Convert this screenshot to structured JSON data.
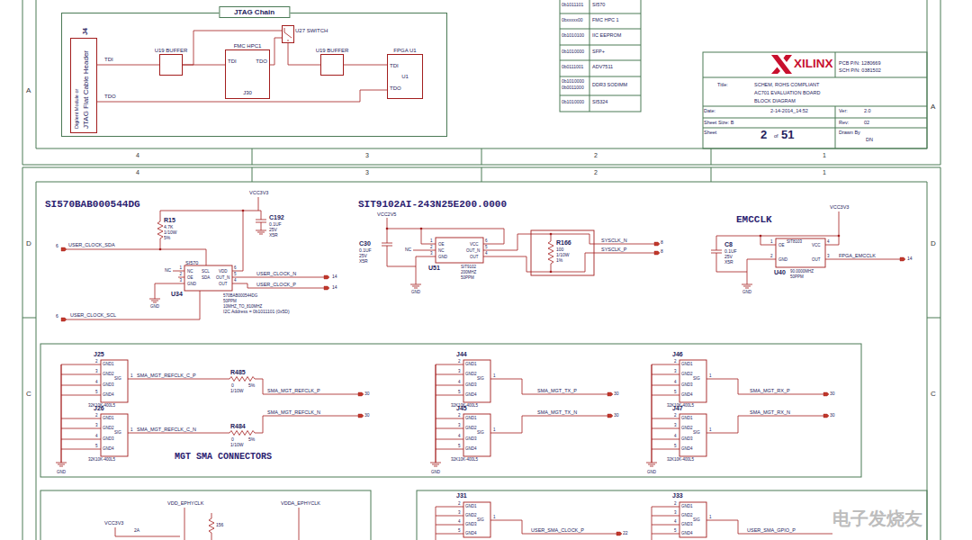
{
  "diagram": {
    "nodes": [
      {
        "text": [
          "JTAG Chain"
        ]
      },
      {
        "text": [
          "Digilent Module or",
          "JTAG Flat Cable Header",
          "J4"
        ],
        "in": 0
      },
      {
        "text": [
          "U19 BUFFER"
        ],
        "in": 0
      },
      {
        "text": [
          "FMC HPC1",
          "TDI",
          "TDO",
          "J30"
        ],
        "in": 0
      },
      {
        "text": [
          "U27 SWITCH"
        ],
        "in": 0
      },
      {
        "text": [
          "U19 BUFFER"
        ],
        "in": 0
      },
      {
        "text": [
          "FPGA U1",
          "TDI",
          "TDO",
          "U1"
        ],
        "in": 0
      }
    ],
    "edges": [
      {
        "from": 1,
        "to": 2,
        "arrow": "none",
        "label": "TDI"
      },
      {
        "from": 2,
        "to": 3,
        "arrow": "none"
      },
      {
        "from": 2,
        "to": 4,
        "arrow": "none"
      },
      {
        "from": 3,
        "to": 4,
        "arrow": "none"
      },
      {
        "from": 4,
        "to": 5,
        "arrow": "none"
      },
      {
        "from": 5,
        "to": 6,
        "arrow": "none"
      },
      {
        "from": 6,
        "to": 1,
        "arrow": "none",
        "label": "TDO"
      }
    ],
    "labels": [
      "A",
      "A",
      "4",
      "3",
      "2",
      "1",
      "0b1011101",
      "SI570",
      "0bxxxxx00",
      "FMC HPC 1",
      "0b1010100",
      "IIC EEPROM",
      "0b1010000",
      "SFP+",
      "0b0111001",
      "ADV7511",
      "0b1010000",
      "0b0011000",
      "DDR3 SODIMM",
      "0b1010000",
      "SI5324",
      "XILINX",
      "PCB P/N: 1280669",
      "SCH P/N: 0381502",
      "Title:",
      "SCHEM, ROHS COMPLIANT",
      "AC701 EVALUATION BOARD",
      "BLOCK DIAGRAM",
      "Date:",
      "2-14-2014_14:52",
      "Ver:",
      "2.0",
      "Sheet Size: B",
      "Rev:",
      "02",
      "Sheet",
      "2",
      "of",
      "51",
      "Drawn By",
      "DN",
      "4",
      "3",
      "2",
      "1",
      "D",
      "D",
      "C",
      "C",
      "SI570BAB000544DG",
      "VCC3V3",
      "R15",
      "4.7K",
      "1/10W",
      "5%",
      "C192",
      "0.1UF",
      "25V",
      "X5R",
      "6",
      "USER_CLOCK_SDA",
      "6",
      "USER_CLOCK_SCL",
      "SI570",
      "U34",
      "NC",
      "OE",
      "GND",
      "SCL",
      "SDA",
      "VDD",
      "OUT_N",
      "OUT",
      "1",
      "2",
      "3",
      "6",
      "5",
      "4",
      "NC",
      "GND",
      "USER_CLOCK_N",
      "USER_CLOCK_P",
      "14",
      "14",
      "570BAB000544DG",
      "50PPM",
      "10MHZ_TO_810MHZ",
      "I2C Address = 0b1011101 (0x5D)",
      "SIT9102AI-243N25E200.0000",
      "VCC2V5",
      "C30",
      "0.1UF",
      "25V",
      "X5R",
      "NC",
      "OE",
      "NC",
      "GND",
      "VCC",
      "OUT_N",
      "OUT",
      "1",
      "2",
      "3",
      "6",
      "5",
      "4",
      "U51",
      "SIT9102",
      "200MHZ",
      "50PPM",
      "GND",
      "R166",
      "100",
      "1/10W",
      "1%",
      "SYSCLK_N",
      "SYSCLK_P",
      "8",
      "8",
      "EMCCLK",
      "VCC3V3",
      "C8",
      "0.1UF",
      "25V",
      "X5R",
      "SIT8103",
      "OE",
      "GND",
      "VCC",
      "OUT",
      "1",
      "2",
      "4",
      "3",
      "U40",
      "90.0000MHZ",
      "50PPM",
      "GND",
      "FPGA_EMCCLK",
      "14",
      "J25",
      "GND1",
      "GND2",
      "GND3",
      "GND4",
      "SIG",
      "2",
      "3",
      "4",
      "5",
      "1",
      "32K10K-400L5",
      "J26",
      "GND1",
      "GND2",
      "GND3",
      "GND4",
      "SIG",
      "2",
      "3",
      "4",
      "5",
      "1",
      "32K10K-400L5",
      "J44",
      "GND1",
      "GND2",
      "GND3",
      "GND4",
      "SIG",
      "2",
      "3",
      "4",
      "5",
      "1",
      "32K10K-400L5",
      "J45",
      "GND1",
      "GND2",
      "GND3",
      "GND4",
      "SIG",
      "2",
      "3",
      "4",
      "5",
      "1",
      "32K10K-400L5",
      "J46",
      "GND1",
      "GND2",
      "GND3",
      "GND4",
      "SIG",
      "2",
      "3",
      "4",
      "5",
      "1",
      "32K10K-400L5",
      "J47",
      "GND1",
      "GND2",
      "GND3",
      "GND4",
      "SIG",
      "2",
      "3",
      "4",
      "5",
      "1",
      "32K10K-400L5",
      "SMA_MGT_REFCLK_C_P",
      "R485",
      "0",
      "5%",
      "1/10W",
      "SMA_MGT_REFCLK_P",
      "30",
      "SMA_MGT_REFCLK_C_N",
      "R484",
      "0",
      "5%",
      "1/10W",
      "SMA_MGT_REFCLK_N",
      "30",
      "SMA_MGT_TX_P",
      "30",
      "SMA_MGT_TX_N",
      "30",
      "SMA_MGT_RX_P",
      "30",
      "SMA_MGT_RX_N",
      "30",
      "MGT SMA CONNECTORS",
      "GND",
      "GND",
      "GND",
      "VDD_EPHYCLK",
      "VDDA_EPHYCLK",
      "VCC3V3",
      "2A",
      "156",
      "J31",
      "GND1",
      "GND2",
      "GND3",
      "GND4",
      "SIG",
      "2",
      "3",
      "4",
      "5",
      "1",
      "J33",
      "GND1",
      "GND2",
      "GND3",
      "GND4",
      "SIG",
      "2",
      "3",
      "4",
      "5",
      "1",
      "USER_SMA_CLOCK_P",
      "22",
      "USER_SMA_GPIO_P",
      "电子发烧友"
    ]
  }
}
